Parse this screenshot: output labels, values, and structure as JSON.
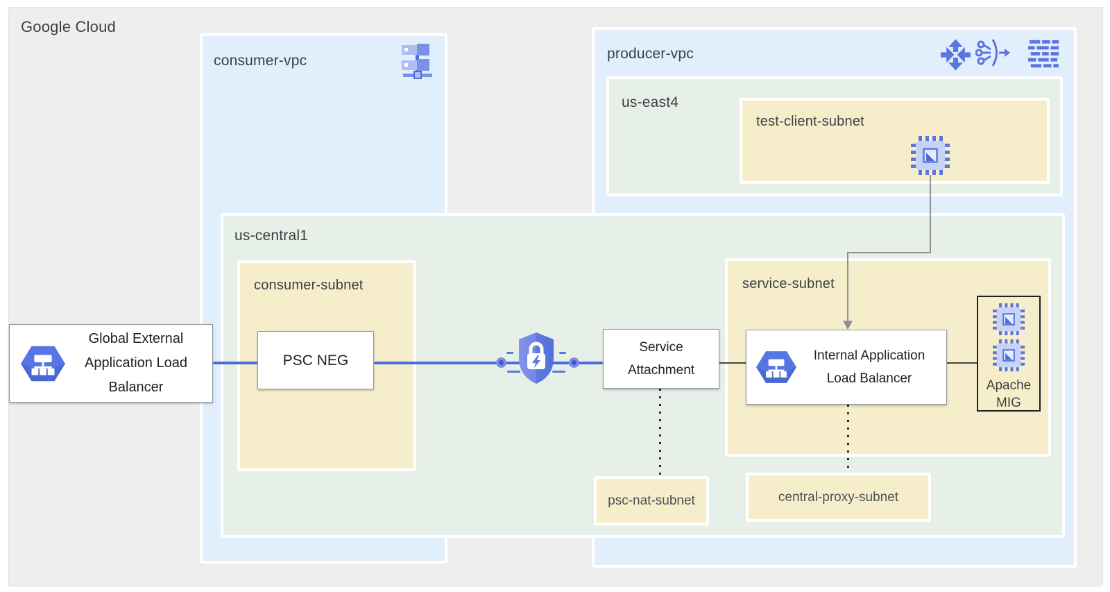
{
  "header": {
    "title": "Google Cloud"
  },
  "containers": {
    "consumer_vpc": {
      "label": "consumer-vpc"
    },
    "producer_vpc": {
      "label": "producer-vpc"
    },
    "us_east4": {
      "label": "us-east4"
    },
    "us_central1": {
      "label": "us-central1"
    },
    "test_client_subnet": {
      "label": "test-client-subnet"
    },
    "consumer_subnet": {
      "label": "consumer-subnet"
    },
    "service_subnet": {
      "label": "service-subnet"
    },
    "psc_nat_subnet": {
      "label": "psc-nat-subnet"
    },
    "central_proxy_subnet": {
      "label": "central-proxy-subnet"
    }
  },
  "nodes": {
    "global_external_alb": {
      "lines": [
        "Global External",
        "Application Load",
        "Balancer"
      ]
    },
    "psc_neg": {
      "label": "PSC NEG"
    },
    "service_attachment": {
      "lines": [
        "Service",
        "Attachment"
      ]
    },
    "internal_alb": {
      "lines": [
        "Internal Application",
        "Load Balancer"
      ]
    },
    "apache_mig": {
      "lines": [
        "Apache",
        "MIG"
      ]
    }
  },
  "icons": {
    "vpc-network-icon": "stacked network servers with connector bar",
    "network-arrows-icon": "four directional arrows",
    "cloud-nat-icon": "three sources funneled through arc to arrow",
    "firewall-icon": "rows of brick dashes",
    "vm-instance-icon": "compute chip with inner triangle",
    "load-balancer-icon": "blue hexagon with white node tree",
    "psc-security-icon": "blue shield with padlock and lightning bolt"
  },
  "colors": {
    "canvas_bg": "#eeeeee",
    "vpc_bg": "#e1eefb",
    "region_bg": "#e7f0e8",
    "subnet_bg": "#f6eecb",
    "icon_blue": "#5b76de",
    "icon_blue_light": "#aebdf2",
    "hexagon_blue": "#5676e4",
    "connector_blue": "#4a6ae0",
    "connector_gray": "#8b9095",
    "connector_dark": "#43464a",
    "text_dark": "#3c4043",
    "text_black": "#202124"
  }
}
